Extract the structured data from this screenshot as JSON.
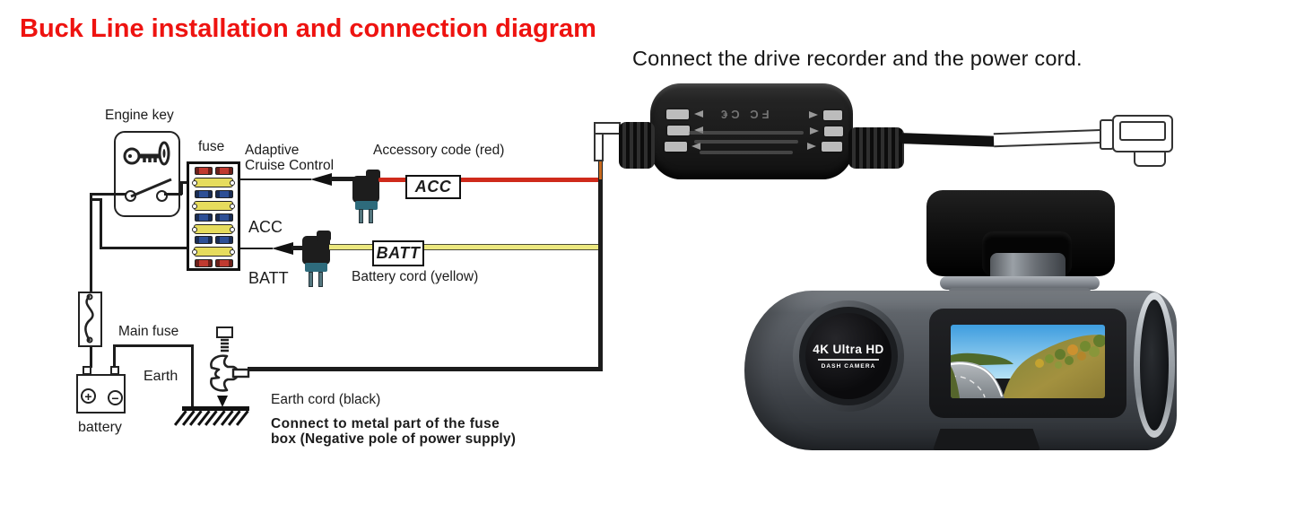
{
  "title": "Buck Line installation and connection diagram",
  "subtitle": "Connect the drive recorder and the power cord.",
  "diagram": {
    "labels": {
      "engine_key": "Engine key",
      "fuse": "fuse",
      "adaptive_line1": "Adaptive",
      "adaptive_line2": "Cruise Control",
      "accessory_code": "Accessory code (red)",
      "acc": "ACC",
      "batt": "BATT",
      "battery_cord": "Battery cord (yellow)",
      "main_fuse": "Main fuse",
      "earth": "Earth",
      "battery": "battery",
      "earth_cord": "Earth cord (black)",
      "earth_note_line1": "Connect to metal part of the fuse",
      "earth_note_line2": "box (Negative pole of power supply)"
    },
    "tags": {
      "acc": "ACC",
      "batt": "BATT"
    },
    "battery": {
      "plus": "+",
      "minus": "−"
    },
    "fuse_box": {
      "rows": [
        "red",
        "yellow",
        "blue",
        "yellow",
        "blue",
        "yellow",
        "blue",
        "yellow",
        "red"
      ]
    }
  },
  "converter": {
    "marks": "FC  C€"
  },
  "camera": {
    "lens_title": "4K Ultra HD",
    "lens_subtitle": "DASH CAMERA"
  },
  "colors": {
    "title_red": "#ee1310",
    "wire_red": "#cf2a1b",
    "wire_yellow": "#ece87f",
    "fuse_red": "#c03a30",
    "fuse_yellow": "#e6dc5d",
    "fuse_blue": "#2d4f96",
    "connector_teal": "#2e6b7c"
  }
}
